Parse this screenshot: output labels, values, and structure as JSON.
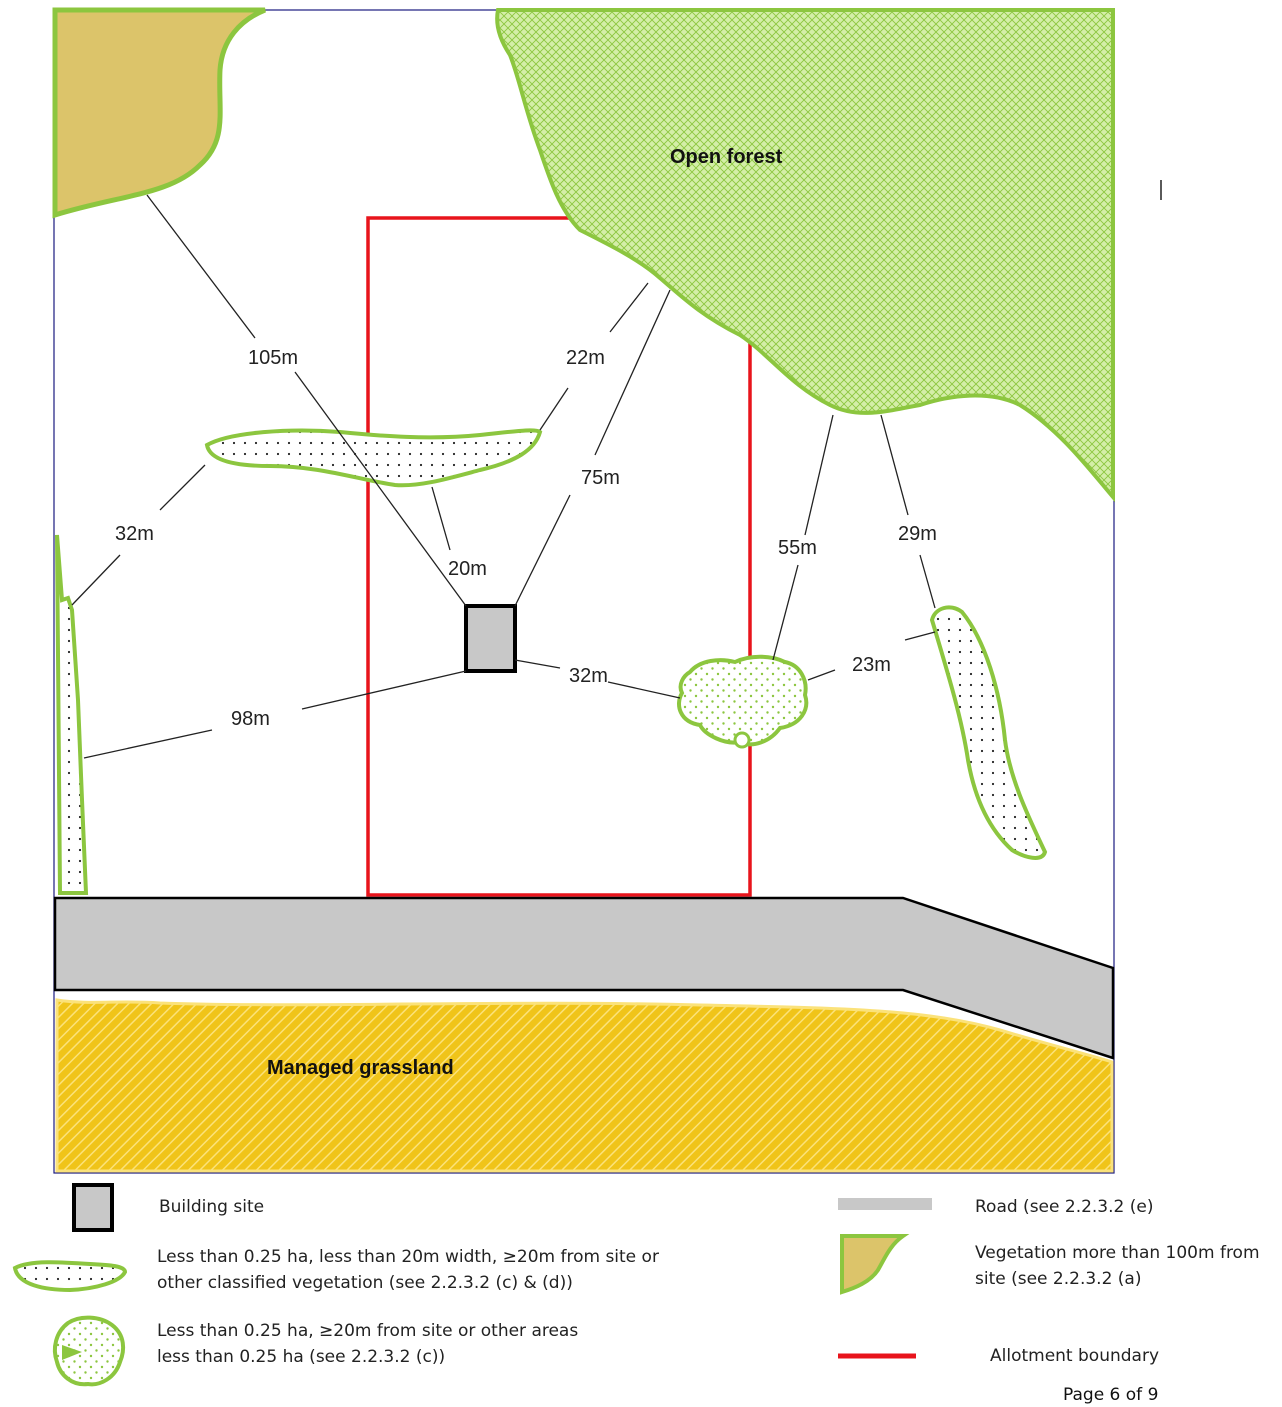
{
  "labels": {
    "open_forest": "Open forest",
    "managed_grassland": "Managed grassland"
  },
  "distances": {
    "d105": "105m",
    "d22": "22m",
    "d75": "75m",
    "d32_left": "32m",
    "d20": "20m",
    "d55": "55m",
    "d29": "29m",
    "d23": "23m",
    "d32_mid": "32m",
    "d98": "98m"
  },
  "legend": {
    "building_site": "Building site",
    "road": "Road (see 2.2.3.2 (e)",
    "narrow_veg_1": "Less than 0.25 ha, less than 20m width, ≥20m from site or",
    "narrow_veg_2": "other classified vegetation (see 2.2.3.2 (c) & (d))",
    "far_veg_1": "Vegetation more than 100m from",
    "far_veg_2": "site (see 2.2.3.2 (a)",
    "small_veg_1": "Less than 0.25 ha, ≥20m from site or other areas",
    "small_veg_2": "less than 0.25 ha (see 2.2.3.2 (c))",
    "allotment": "Allotment boundary"
  },
  "footer": {
    "page": "Page 6 of 9"
  },
  "colors": {
    "vegetation_outline": "#8cc63f",
    "far_vegetation_fill": "#dcc46a",
    "forest_fill": "#c8e89a",
    "grass_fill": "#f0c419",
    "road": "#c8c8c8",
    "allotment_boundary": "#e8141c",
    "frame": "#1a1a80"
  }
}
